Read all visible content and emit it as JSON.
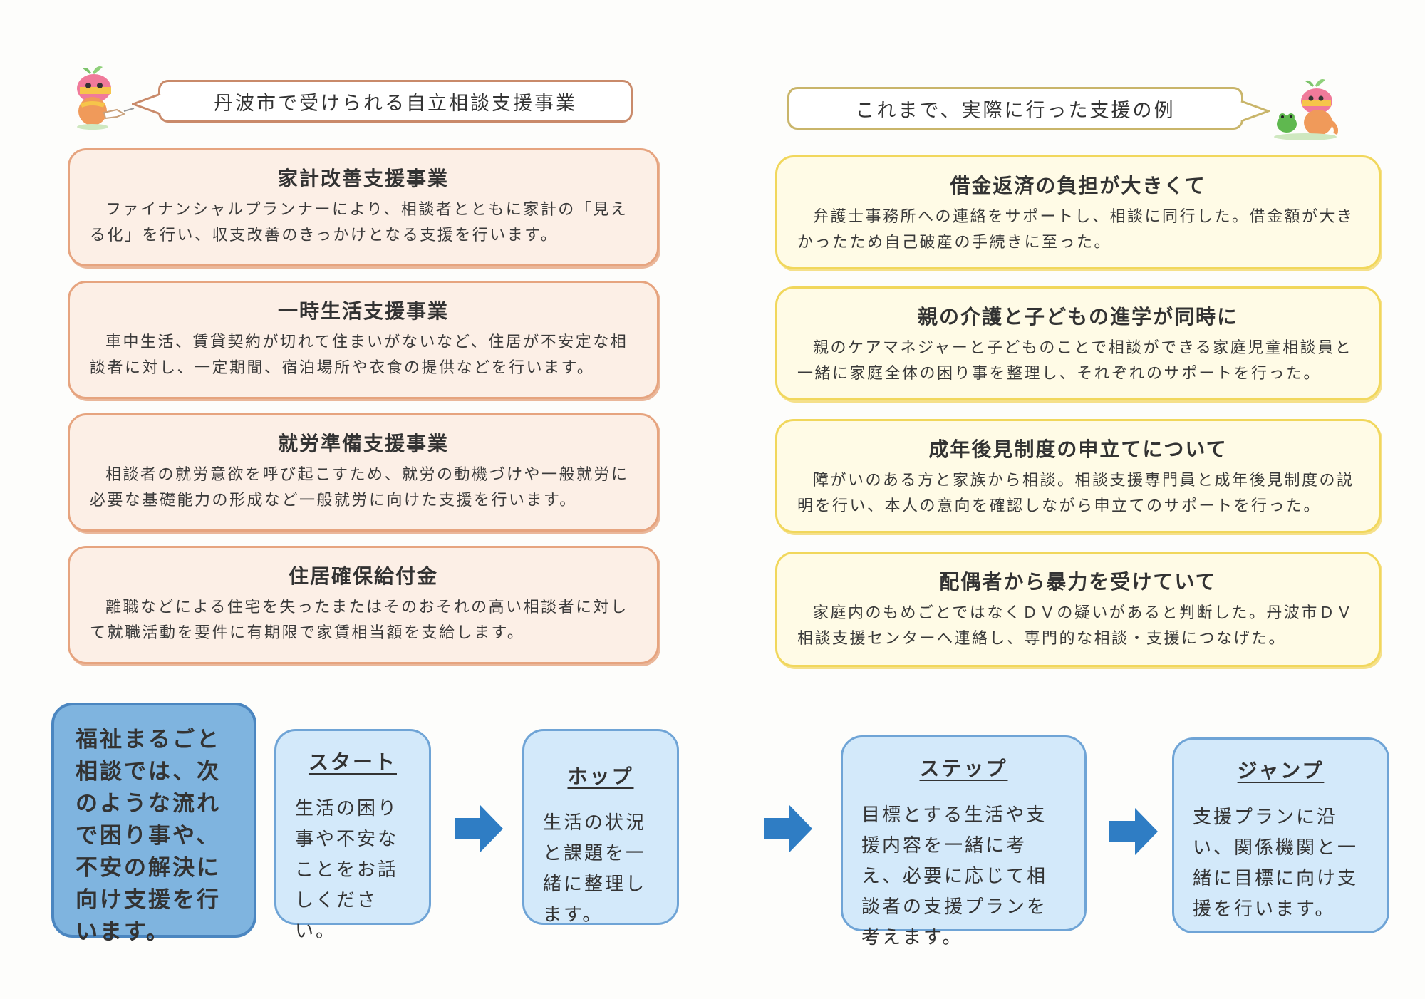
{
  "left": {
    "heading": "丹波市で受けられる自立相談支援事業",
    "cards": [
      {
        "title": "家計改善支援事業",
        "body": "ファイナンシャルプランナーにより、相談者とともに家計の「見える化」を行い、収支改善のきっかけとなる支援を行います。"
      },
      {
        "title": "一時生活支援事業",
        "body": "車中生活、賃貸契約が切れて住まいがないなど、住居が不安定な相談者に対し、一定期間、宿泊場所や衣食の提供などを行います。"
      },
      {
        "title": "就労準備支援事業",
        "body": "相談者の就労意欲を呼び起こすため、就労の動機づけや一般就労に必要な基礎能力の形成など一般就労に向けた支援を行います。"
      },
      {
        "title": "住居確保給付金",
        "body": "離職などによる住宅を失ったまたはそのおそれの高い相談者に対して就職活動を要件に有期限で家賃相当額を支給します。"
      }
    ]
  },
  "right": {
    "heading": "これまで、実際に行った支援の例",
    "cards": [
      {
        "title": "借金返済の負担が大きくて",
        "body": "弁護士事務所への連絡をサポートし、相談に同行した。借金額が大きかったため自己破産の手続きに至った。"
      },
      {
        "title": "親の介護と子どもの進学が同時に",
        "body": "親のケアマネジャーと子どものことで相談ができる家庭児童相談員と一緒に家庭全体の困り事を整理し、それぞれのサポートを行った。"
      },
      {
        "title": "成年後見制度の申立てについて",
        "body": "障がいのある方と家族から相談。相談支援専門員と成年後見制度の説明を行い、本人の意向を確認しながら申立てのサポートを行った。"
      },
      {
        "title": "配偶者から暴力を受けていて",
        "body": "家庭内のもめごとではなくＤＶの疑いがあると判断した。丹波市ＤＶ相談支援センターへ連絡し、専門的な相談・支援につなげた。"
      }
    ]
  },
  "flow": {
    "intro": "福祉まるごと相談では、次のような流れで困り事や、不安の解決に向け支援を行います。",
    "steps": [
      {
        "title": "スタート",
        "body": "生活の困り事や不安なことをお話しください。"
      },
      {
        "title": "ホップ",
        "body": "生活の状況と課題を一緒に整理します。"
      },
      {
        "title": "ステップ",
        "body": "目標とする生活や支援内容を一緒に考え、必要に応じて相談者の支援プランを考えます。"
      },
      {
        "title": "ジャンプ",
        "body": "支援プランに沿い、関係機関と一緒に目標に向け支援を行います。"
      }
    ]
  },
  "colors": {
    "peach_border": "#e6a47f",
    "yellow_border": "#f1d75c",
    "blue_border": "#6fa4d6",
    "arrow_blue": "#2f7dc4"
  },
  "icons": [
    "mascot-pointing-icon",
    "mascot-with-frog-icon",
    "arrow-right-icon"
  ]
}
